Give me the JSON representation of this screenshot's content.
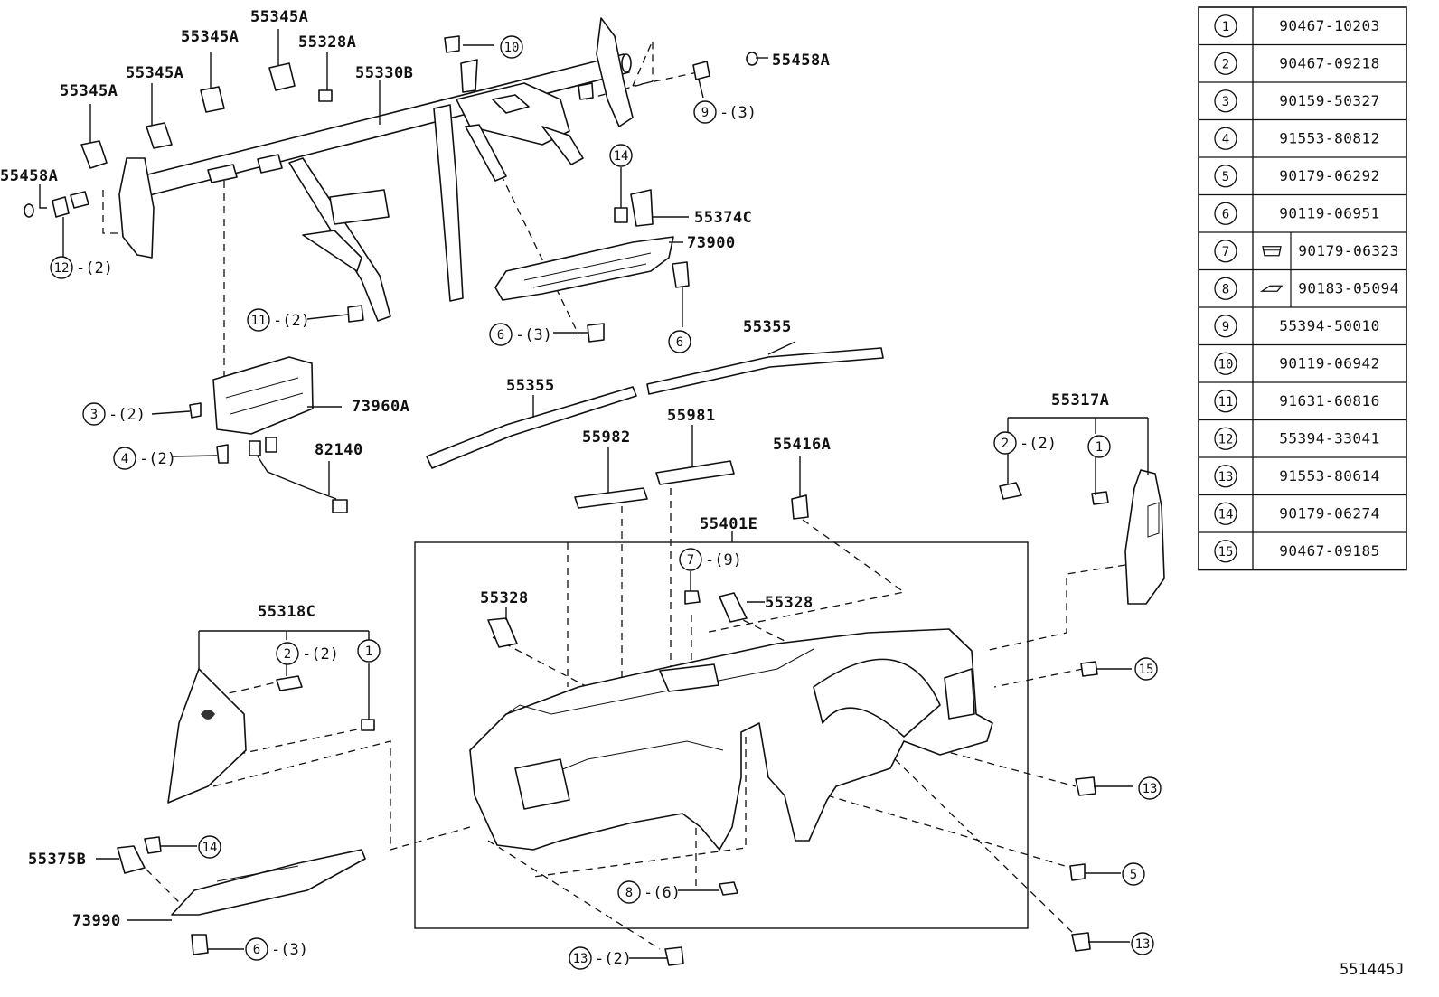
{
  "diagram_id": "551445J",
  "callouts": {
    "p55345A_1": "55345A",
    "p55345A_2": "55345A",
    "p55345A_3": "55345A",
    "p55345A_4": "55345A",
    "p55328A": "55328A",
    "p55330B": "55330B",
    "p55458A_right": "55458A",
    "p55458A_left": "55458A",
    "p55374C": "55374C",
    "p73900": "73900",
    "p55355_right": "55355",
    "p55355_left": "55355",
    "p73960A": "73960A",
    "p82140": "82140",
    "p55982": "55982",
    "p55981": "55981",
    "p55416A": "55416A",
    "p55317A": "55317A",
    "p55401E": "55401E",
    "p55328_left": "55328",
    "p55328_right": "55328",
    "p55318C": "55318C",
    "p55375B": "55375B",
    "p73990": "73990"
  },
  "refs": {
    "r10": {
      "num": "10",
      "qty": ""
    },
    "r9": {
      "num": "9",
      "qty": "-(3)"
    },
    "r14_top": {
      "num": "14",
      "qty": ""
    },
    "r12": {
      "num": "12",
      "qty": "-(2)"
    },
    "r11": {
      "num": "11",
      "qty": "-(2)"
    },
    "r6_top": {
      "num": "6",
      "qty": "-(3)"
    },
    "r6_right": {
      "num": "6",
      "qty": ""
    },
    "r3": {
      "num": "3",
      "qty": "-(2)"
    },
    "r4": {
      "num": "4",
      "qty": "-(2)"
    },
    "r2_right": {
      "num": "2",
      "qty": "-(2)"
    },
    "r1_right": {
      "num": "1",
      "qty": ""
    },
    "r7": {
      "num": "7",
      "qty": "-(9)"
    },
    "r2_left": {
      "num": "2",
      "qty": "-(2)"
    },
    "r1_left": {
      "num": "1",
      "qty": ""
    },
    "r15": {
      "num": "15",
      "qty": ""
    },
    "r13_a": {
      "num": "13",
      "qty": ""
    },
    "r5": {
      "num": "5",
      "qty": ""
    },
    "r13_b": {
      "num": "13",
      "qty": ""
    },
    "r14_bottom": {
      "num": "14",
      "qty": ""
    },
    "r8": {
      "num": "8",
      "qty": "-(6)"
    },
    "r6_bottom": {
      "num": "6",
      "qty": "-(3)"
    },
    "r13_bottom": {
      "num": "13",
      "qty": "-(2)"
    }
  },
  "parts_table": [
    {
      "num": "1",
      "part": "90467-10203",
      "icon": ""
    },
    {
      "num": "2",
      "part": "90467-09218",
      "icon": ""
    },
    {
      "num": "3",
      "part": "90159-50327",
      "icon": ""
    },
    {
      "num": "4",
      "part": "91553-80812",
      "icon": ""
    },
    {
      "num": "5",
      "part": "90179-06292",
      "icon": ""
    },
    {
      "num": "6",
      "part": "90119-06951",
      "icon": ""
    },
    {
      "num": "7",
      "part": "90179-06323",
      "icon": "clip-nut-icon"
    },
    {
      "num": "8",
      "part": "90183-05094",
      "icon": "flat-clip-icon"
    },
    {
      "num": "9",
      "part": "55394-50010",
      "icon": ""
    },
    {
      "num": "10",
      "part": "90119-06942",
      "icon": ""
    },
    {
      "num": "11",
      "part": "91631-60816",
      "icon": ""
    },
    {
      "num": "12",
      "part": "55394-33041",
      "icon": ""
    },
    {
      "num": "13",
      "part": "91553-80614",
      "icon": ""
    },
    {
      "num": "14",
      "part": "90179-06274",
      "icon": ""
    },
    {
      "num": "15",
      "part": "90467-09185",
      "icon": ""
    }
  ]
}
